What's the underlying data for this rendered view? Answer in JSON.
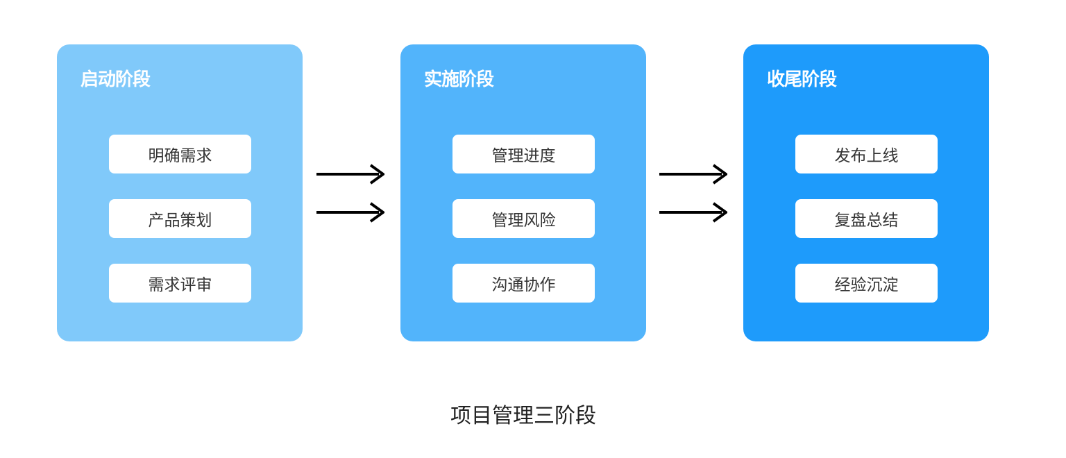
{
  "stages": [
    {
      "title": "启动阶段",
      "color": "#80c9fa",
      "tasks": [
        "明确需求",
        "产品策划",
        "需求评审"
      ]
    },
    {
      "title": "实施阶段",
      "color": "#52b4fb",
      "tasks": [
        "管理进度",
        "管理风险",
        "沟通协作"
      ]
    },
    {
      "title": "收尾阶段",
      "color": "#1e9bfb",
      "tasks": [
        "发布上线",
        "复盘总结",
        "经验沉淀"
      ]
    }
  ],
  "arrows": {
    "icon": "right-arrow-icon",
    "color": "#000000"
  },
  "caption": "项目管理三阶段"
}
